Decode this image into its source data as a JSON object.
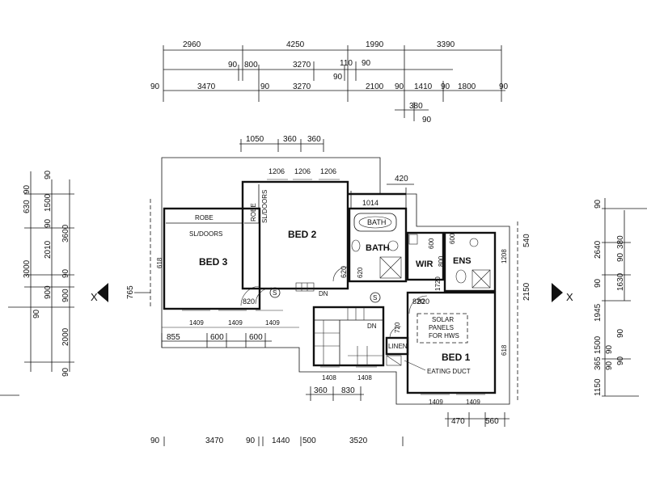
{
  "top_dimensions": {
    "row1": [
      "2960",
      "4250",
      "1990",
      "3390"
    ],
    "row2": [
      "90",
      "800",
      "3270",
      "110",
      "90",
      "90"
    ],
    "row3": [
      "90",
      "3470",
      "90",
      "3270",
      "2100",
      "90",
      "1410",
      "90",
      "1800",
      "90"
    ],
    "row4": [
      "380",
      "90"
    ]
  },
  "window_dimensions": {
    "top": [
      "1050",
      "360",
      "360"
    ],
    "bed2_widths": [
      "1206",
      "1206",
      "1206"
    ],
    "opening_420": "420",
    "bath_window": "1014"
  },
  "left_dimensions": [
    "90",
    "630",
    "90",
    "1500",
    "3600",
    "3000",
    "2010",
    "90",
    "90",
    "900",
    "900",
    "90",
    "2000",
    "90"
  ],
  "right_dimensions": [
    "90",
    "540",
    "380",
    "2640",
    "90",
    "1630",
    "90",
    "90",
    "1945",
    "365",
    "1500",
    "90",
    "90",
    "1150",
    "90"
  ],
  "bottom_dimensions": [
    "90",
    "3470",
    "90",
    "1440",
    "500",
    "3520"
  ],
  "lower_dimensions": {
    "left": [
      "855",
      "600",
      "600"
    ],
    "center": [
      "360",
      "830"
    ],
    "right": [
      "470",
      "560"
    ]
  },
  "rooms": {
    "bed3": "BED 3",
    "bed2": "BED 2",
    "bed1": "BED 1",
    "bath": "BATH",
    "wir": "WIR",
    "ens": "ENS",
    "linen": "LINEN"
  },
  "labels": {
    "robe_bed3": "ROBE",
    "sl_doors_bed3": "SL/DOORS",
    "robe_bed2": "ROBE",
    "sl_doors_bed2": "SL/DOORS",
    "bath_tub": "BATH",
    "solar_panels": [
      "SOLAR",
      "PANELS",
      "FOR HWS"
    ],
    "heating_duct": "EATING DUCT",
    "stair_dn": "DN",
    "stair_up": "DN",
    "smoke_a": "S",
    "smoke_b": "S",
    "section_left": "X",
    "section_right": "X"
  },
  "window_sizes": {
    "bed3": [
      "1409",
      "1409",
      "1409"
    ],
    "bed1": [
      "1409",
      "1409"
    ],
    "stair": [
      "1408",
      "1408"
    ],
    "bed3_side": "618",
    "bed1_side": "618",
    "ens_side": "1208"
  },
  "door_sizes": [
    "820",
    "820",
    "820",
    "620",
    "720",
    "620",
    "600",
    "800",
    "600",
    "1720"
  ],
  "misc_numbers": [
    "765",
    "2150"
  ]
}
